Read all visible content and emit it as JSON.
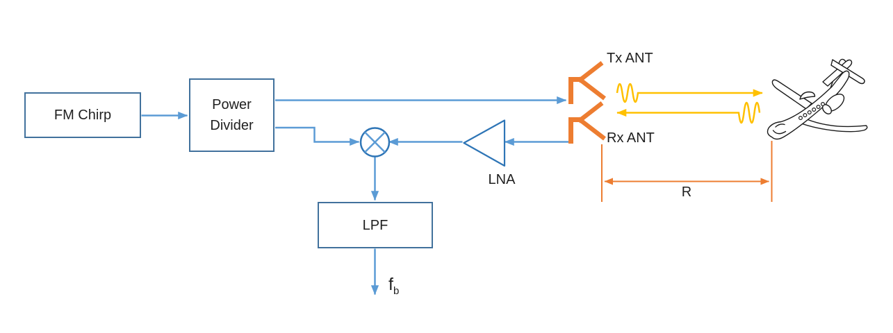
{
  "colors": {
    "blue": "#5B9BD5",
    "blueDark": "#2E75B6",
    "borderBlue": "#41719C",
    "orange": "#ED7D31",
    "gold": "#FFC000",
    "ink": "#1F1F1F"
  },
  "blocks": {
    "fm_chirp": "FM Chirp",
    "power_divider": [
      "Power",
      "Divider"
    ],
    "lpf": "LPF"
  },
  "labels": {
    "tx_ant": "Tx ANT",
    "rx_ant": "Rx ANT",
    "lna": "LNA",
    "range": "R",
    "beat_base": "f",
    "beat_sub": "b"
  },
  "icons": {
    "mixer-icon": "circle-with-x-multiplier",
    "lna-amplifier-icon": "left-pointing-triangle-amplifier",
    "tx-antenna-icon": "orange-horn-antenna",
    "rx-antenna-icon": "orange-horn-antenna",
    "transmitted-wave-icon": "gold-sine-wave-arrow-right",
    "reflected-wave-icon": "gold-sine-wave-arrow-left",
    "range-dimension-arrow": "orange-double-headed-dimension-arrow",
    "airplane-icon": "jet-aircraft-line-drawing"
  }
}
